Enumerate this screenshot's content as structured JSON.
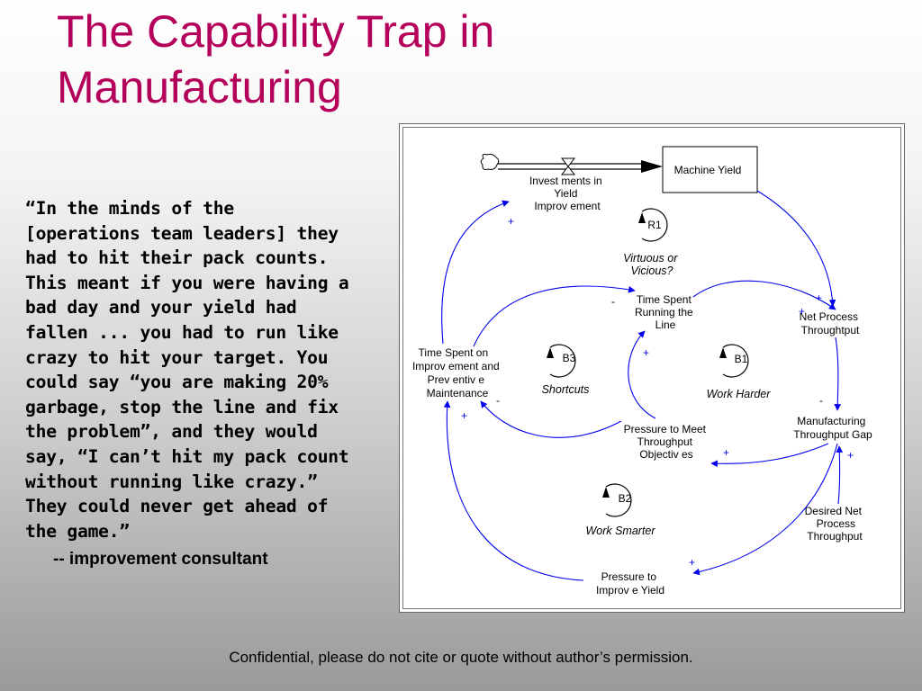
{
  "slide": {
    "title_line1": "The Capability Trap in",
    "title_line2": "Manufacturing",
    "quote": "“In the minds of the\n[operations team leaders] they\nhad to hit their pack counts.\nThis meant if you were having a\nbad day and your yield had\nfallen ... you had to run like\ncrazy to hit your target.  You\ncould say “you are making 20%\ngarbage, stop the line and fix\nthe problem”, and they would\nsay, “I can’t hit my pack count\nwithout running like crazy.”\nThey could never get ahead of\nthe game.”",
    "attribution": "-- improvement consultant",
    "footer": "Confidential, please do not cite or quote without author’s permission.",
    "title_color": "#b5005b",
    "link_color": "#0000ee"
  },
  "diagram": {
    "stock": "Machine Yield",
    "flow": [
      "Invest ments in",
      "Yield",
      "Improv ement"
    ],
    "time_running": [
      "Time Spent",
      "Running the",
      "Line"
    ],
    "net_throughput": [
      "Net Process",
      "Throughtput"
    ],
    "time_improvement": [
      "Time Spent on",
      "Improv ement and",
      "Prev entiv e",
      "Maintenance"
    ],
    "pressure_throughput": [
      "Pressure to Meet",
      "Throughput",
      "Objectiv es"
    ],
    "manufacturing_gap": [
      "Manufacturing",
      "Throughput Gap"
    ],
    "desired_net": [
      "Desired Net",
      "Process",
      "Throughput"
    ],
    "pressure_yield": [
      "Pressure to",
      "Improv e Yield"
    ],
    "loops": {
      "r1": {
        "id": "R1",
        "name": [
          "Virtuous or",
          "Vicious?"
        ]
      },
      "b3": {
        "id": "B3",
        "name": [
          "Shortcuts"
        ]
      },
      "b1": {
        "id": "B1",
        "name": [
          "Work Harder"
        ]
      },
      "b2": {
        "id": "B2",
        "name": [
          "Work Smarter"
        ]
      }
    },
    "polarity": {
      "plus": "+",
      "minus": "-"
    },
    "icons": [
      "cloud-source-icon",
      "valve-icon",
      "loop-arrow-icon"
    ]
  }
}
